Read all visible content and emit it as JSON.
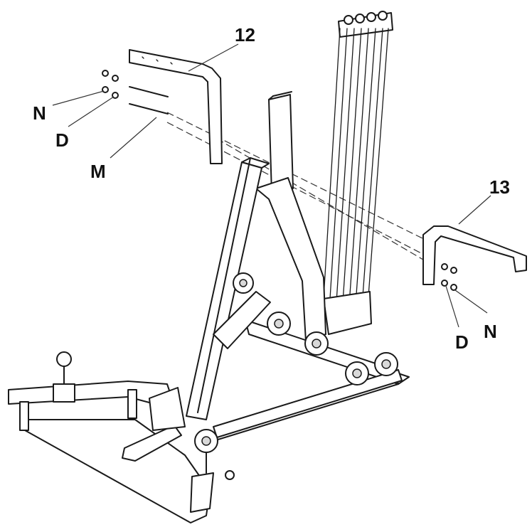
{
  "callouts": {
    "part_12": "12",
    "part_13": "13",
    "nut_left": "N",
    "washer_left": "D",
    "bolt_left": "M",
    "nut_right": "N",
    "washer_right": "D"
  },
  "colors": {
    "line": "#1a1a1a",
    "background": "#ffffff"
  }
}
